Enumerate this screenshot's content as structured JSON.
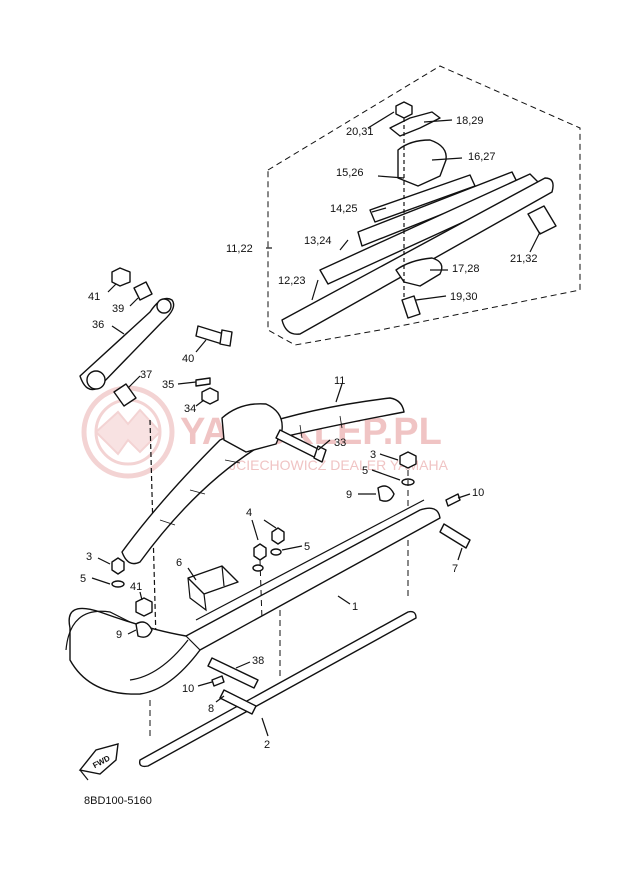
{
  "figure_code": "8BD100-5160",
  "watermark": {
    "brand": "YAMSKLEP.PL",
    "tagline": "WOJCIECHOWICZ DEALER YAMAHA"
  },
  "direction_badge": "FWD",
  "callouts": [
    {
      "id": "c-20-31",
      "text": "20,31"
    },
    {
      "id": "c-18-29",
      "text": "18,29"
    },
    {
      "id": "c-16-27",
      "text": "16,27"
    },
    {
      "id": "c-15-26",
      "text": "15,26"
    },
    {
      "id": "c-14-25",
      "text": "14,25"
    },
    {
      "id": "c-13-24",
      "text": "13,24"
    },
    {
      "id": "c-11-22",
      "text": "11,22"
    },
    {
      "id": "c-12-23",
      "text": "12,23"
    },
    {
      "id": "c-17-28",
      "text": "17,28"
    },
    {
      "id": "c-19-30",
      "text": "19,30"
    },
    {
      "id": "c-21-32",
      "text": "21,32"
    },
    {
      "id": "c-41a",
      "text": "41"
    },
    {
      "id": "c-39",
      "text": "39"
    },
    {
      "id": "c-36",
      "text": "36"
    },
    {
      "id": "c-40",
      "text": "40"
    },
    {
      "id": "c-37",
      "text": "37"
    },
    {
      "id": "c-35",
      "text": "35"
    },
    {
      "id": "c-34",
      "text": "34"
    },
    {
      "id": "c-11",
      "text": "11"
    },
    {
      "id": "c-33",
      "text": "33"
    },
    {
      "id": "c-3a",
      "text": "3"
    },
    {
      "id": "c-5a",
      "text": "5"
    },
    {
      "id": "c-9a",
      "text": "9"
    },
    {
      "id": "c-10a",
      "text": "10"
    },
    {
      "id": "c-4",
      "text": "4"
    },
    {
      "id": "c-5b",
      "text": "5"
    },
    {
      "id": "c-7",
      "text": "7"
    },
    {
      "id": "c-6",
      "text": "6"
    },
    {
      "id": "c-3b",
      "text": "3"
    },
    {
      "id": "c-5c",
      "text": "5"
    },
    {
      "id": "c-41b",
      "text": "41"
    },
    {
      "id": "c-9b",
      "text": "9"
    },
    {
      "id": "c-1",
      "text": "1"
    },
    {
      "id": "c-38",
      "text": "38"
    },
    {
      "id": "c-10b",
      "text": "10"
    },
    {
      "id": "c-8",
      "text": "8"
    },
    {
      "id": "c-2",
      "text": "2"
    }
  ]
}
